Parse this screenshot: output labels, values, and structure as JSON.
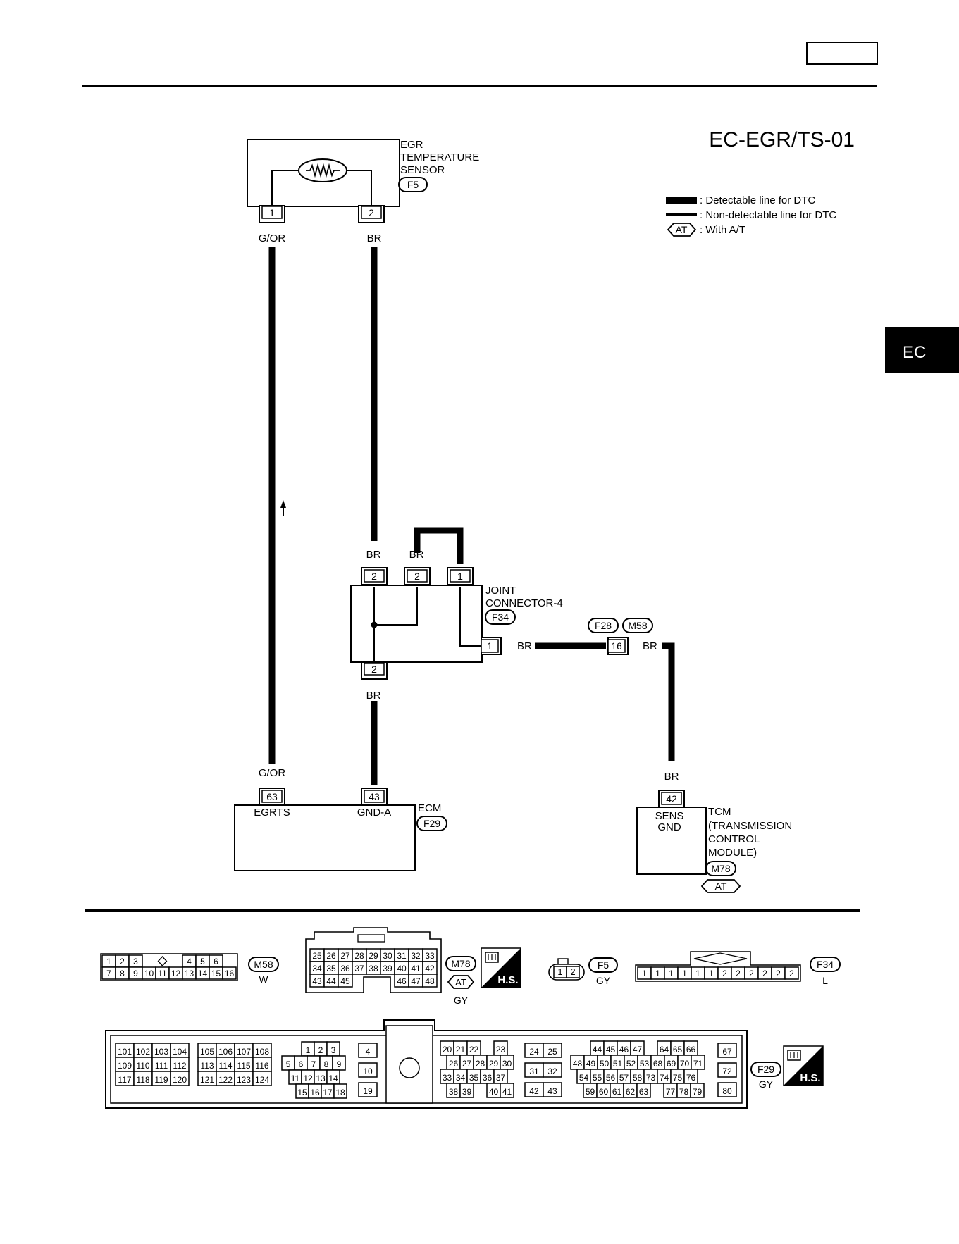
{
  "page": {
    "diagram_id": "EC-EGR/TS-01",
    "section_tab": "EC"
  },
  "legend": [
    {
      "symbol": "detectable-line",
      "text": ": Detectable line for DTC"
    },
    {
      "symbol": "non-detectable-line",
      "text": ": Non-detectable line for DTC"
    },
    {
      "symbol": "AT",
      "text": ": With A/T"
    }
  ],
  "components": {
    "egr_sensor": {
      "lines": [
        "EGR",
        "TEMPERATURE",
        "SENSOR"
      ],
      "connector": "F5",
      "pins": [
        "1",
        "2"
      ],
      "wires": [
        "G/OR",
        "BR"
      ]
    },
    "joint_connector": {
      "lines": [
        "JOINT",
        "CONNECTOR-4"
      ],
      "connector": "F34",
      "top_pins": [
        "2",
        "2",
        "1"
      ],
      "top_wires": [
        "BR",
        "BR"
      ],
      "right_pin": "1",
      "right_wire": "BR",
      "bottom_pin": "2",
      "bottom_wire": "BR"
    },
    "relay_connector": {
      "labels": [
        "F28",
        "M58"
      ],
      "pin": "16",
      "wire": "BR"
    },
    "ecm": {
      "name": "ECM",
      "connector": "F29",
      "pins": [
        {
          "num": "63",
          "label": "EGRTS",
          "wire": "G/OR"
        },
        {
          "num": "43",
          "label": "GND-A"
        }
      ]
    },
    "tcm": {
      "lines": [
        "TCM",
        "(TRANSMISSION",
        "CONTROL",
        "MODULE)"
      ],
      "connector": "M78",
      "option": "AT",
      "pin": "42",
      "pin_label": [
        "SENS",
        "GND"
      ],
      "wire": "BR"
    }
  },
  "connector_views": {
    "m58": {
      "id": "M58",
      "color": "W",
      "row1": [
        "1",
        "2",
        "3",
        "",
        "",
        "",
        "4",
        "5",
        "6"
      ],
      "row2": [
        "7",
        "8",
        "9",
        "10",
        "11",
        "12",
        "13",
        "14",
        "15",
        "16"
      ]
    },
    "m78": {
      "id": "M78",
      "option": "AT",
      "color": "GY",
      "hs": "H.S.",
      "rows": [
        [
          "25",
          "26",
          "27",
          "28",
          "29",
          "30",
          "31",
          "32",
          "33"
        ],
        [
          "34",
          "35",
          "36",
          "37",
          "38",
          "39",
          "40",
          "41",
          "42"
        ],
        [
          "43",
          "44",
          "45",
          "",
          "",
          "",
          "46",
          "47",
          "48"
        ]
      ]
    },
    "f5": {
      "id": "F5",
      "color": "GY",
      "pins": [
        "1",
        "2"
      ]
    },
    "f34": {
      "id": "F34",
      "color": "L",
      "pins": [
        "1",
        "1",
        "1",
        "1",
        "1",
        "1",
        "2",
        "2",
        "2",
        "2",
        "2",
        "2"
      ]
    },
    "f29": {
      "id": "F29",
      "color": "GY",
      "hs": "H.S.",
      "block1": [
        [
          "101",
          "102",
          "103",
          "104"
        ],
        [
          "109",
          "110",
          "111",
          "112"
        ],
        [
          "117",
          "118",
          "119",
          "120"
        ]
      ],
      "block2": [
        [
          "105",
          "106",
          "107",
          "108"
        ],
        [
          "113",
          "114",
          "115",
          "116"
        ],
        [
          "121",
          "122",
          "123",
          "124"
        ]
      ],
      "block3": [
        [
          "1",
          "2",
          "3"
        ],
        [
          "5",
          "6",
          "7",
          "8",
          "9"
        ],
        [
          "11",
          "12",
          "13",
          "14"
        ],
        [
          "15",
          "16",
          "17",
          "18"
        ]
      ],
      "block4": [
        "4",
        "10",
        "19"
      ],
      "block5": [
        [
          "20",
          "21",
          "22",
          "23"
        ],
        [
          "26",
          "27",
          "28",
          "29",
          "30"
        ],
        [
          "33",
          "34",
          "35",
          "36",
          "37"
        ],
        [
          "38",
          "39",
          "40",
          "41"
        ]
      ],
      "block6": [
        [
          "24",
          "25"
        ],
        [
          "31",
          "32"
        ],
        [
          "42",
          "43"
        ]
      ],
      "block7": [
        [
          "44",
          "45",
          "46",
          "47",
          "64",
          "65",
          "66"
        ],
        [
          "48",
          "49",
          "50",
          "51",
          "52",
          "53",
          "68",
          "69",
          "70",
          "71"
        ],
        [
          "54",
          "55",
          "56",
          "57",
          "58",
          "73",
          "74",
          "75",
          "76"
        ],
        [
          "59",
          "60",
          "61",
          "62",
          "63",
          "77",
          "78",
          "79"
        ]
      ],
      "block8": [
        "67",
        "72",
        "80"
      ]
    }
  }
}
